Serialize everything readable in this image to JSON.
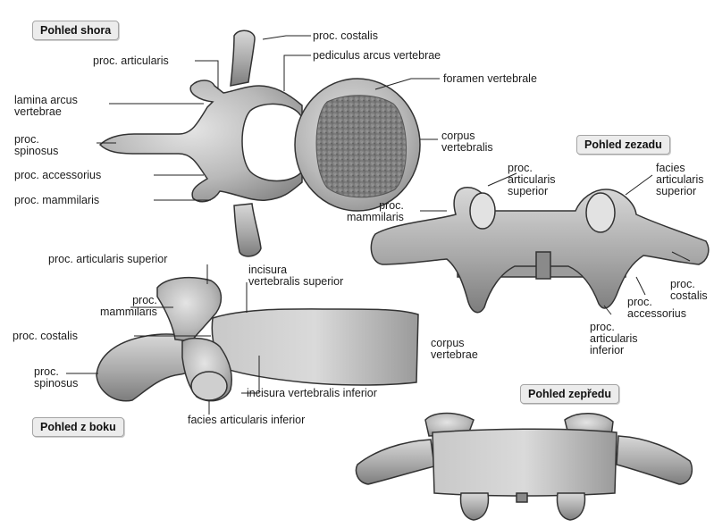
{
  "views": {
    "top": "Pohled shora",
    "back": "Pohled zezadu",
    "side": "Pohled z boku",
    "front": "Pohled zepředu"
  },
  "labels": {
    "top_proc_costalis": "proc. costalis",
    "top_pediculus": "pediculus arcus vertebrae",
    "top_foramen": "foramen vertebrale",
    "top_proc_articularis": "proc. articularis",
    "top_lamina": "lamina arcus\nvertebrae",
    "top_spinosus": "proc.\nspinosus",
    "top_corpus": "corpus\nvertebralis",
    "top_accessorius": "proc. accessorius",
    "top_mammilaris": "proc. mammilaris",
    "back_art_sup_left": "proc.\narticularis\nsuperior",
    "back_facies_art_sup": "facies\narticularis\nsuperior",
    "back_mammilaris": "proc.\nmammilaris",
    "back_costalis": "proc.\ncostalis",
    "back_accessorius": "proc.\naccessorius",
    "back_art_inf": "proc.\narticularis\ninferior",
    "side_art_sup": "proc. articularis superior",
    "side_incisura_sup": "incisura\nvertebralis superior",
    "side_mammilaris": "proc.\nmammilaris",
    "side_costalis": "proc. costalis",
    "side_corpus": "corpus\nvertebrae",
    "side_spinosus": "proc.\nspinosus",
    "side_incisura_inf": "incisura vertebralis inferior",
    "side_facies_inf": "facies articularis inferior"
  }
}
